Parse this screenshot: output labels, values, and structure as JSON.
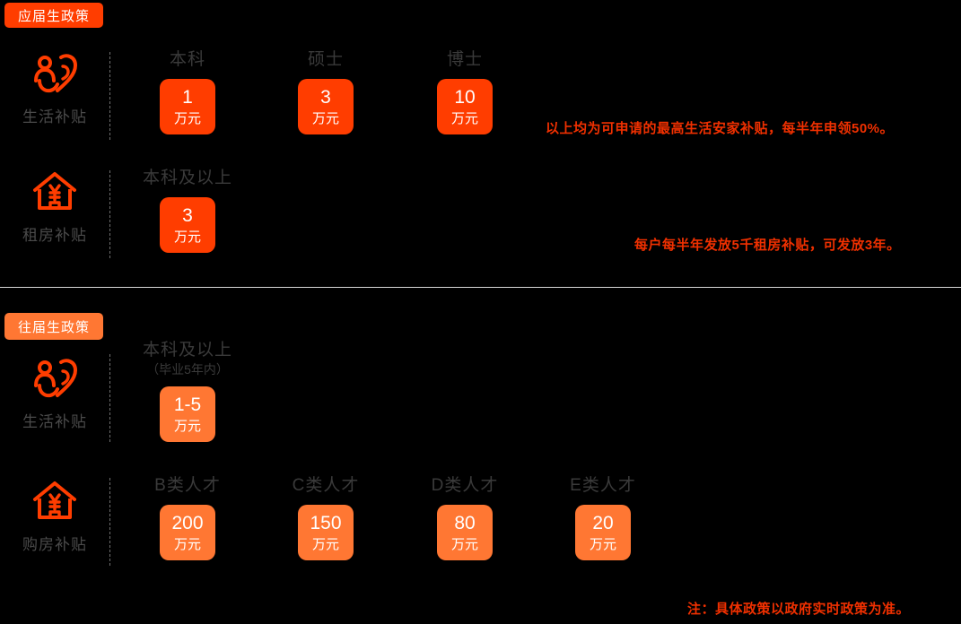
{
  "sections": [
    {
      "badge": "应届生政策",
      "accent": "#ff3d00",
      "rows": [
        {
          "icon": "people-heart-icon",
          "label": "生活补贴",
          "columns": [
            {
              "head": "本科",
              "sub": "",
              "value": "1",
              "unit": "万元"
            },
            {
              "head": "硕士",
              "sub": "",
              "value": "3",
              "unit": "万元"
            },
            {
              "head": "博士",
              "sub": "",
              "value": "10",
              "unit": "万元"
            }
          ],
          "note": "以上均为可申请的最高生活安家补贴，每半年申领50%。"
        },
        {
          "icon": "house-yuan-icon",
          "label": "租房补贴",
          "columns": [
            {
              "head": "本科及以上",
              "sub": "",
              "value": "3",
              "unit": "万元"
            }
          ],
          "note": "每户每半年发放5千租房补贴，可发放3年。"
        }
      ]
    },
    {
      "badge": "往届生政策",
      "accent": "#ff7733",
      "rows": [
        {
          "icon": "people-heart-icon",
          "label": "生活补贴",
          "columns": [
            {
              "head": "本科及以上",
              "sub": "（毕业5年内）",
              "value": "1-5",
              "unit": "万元"
            }
          ],
          "note": ""
        },
        {
          "icon": "house-yuan-icon",
          "label": "购房补贴",
          "columns": [
            {
              "head": "B类人才",
              "sub": "",
              "value": "200",
              "unit": "万元"
            },
            {
              "head": "C类人才",
              "sub": "",
              "value": "150",
              "unit": "万元"
            },
            {
              "head": "D类人才",
              "sub": "",
              "value": "80",
              "unit": "万元"
            },
            {
              "head": "E类人才",
              "sub": "",
              "value": "20",
              "unit": "万元"
            }
          ],
          "note": ""
        }
      ]
    }
  ],
  "footer_note": "注：具体政策以政府实时政策为准。"
}
